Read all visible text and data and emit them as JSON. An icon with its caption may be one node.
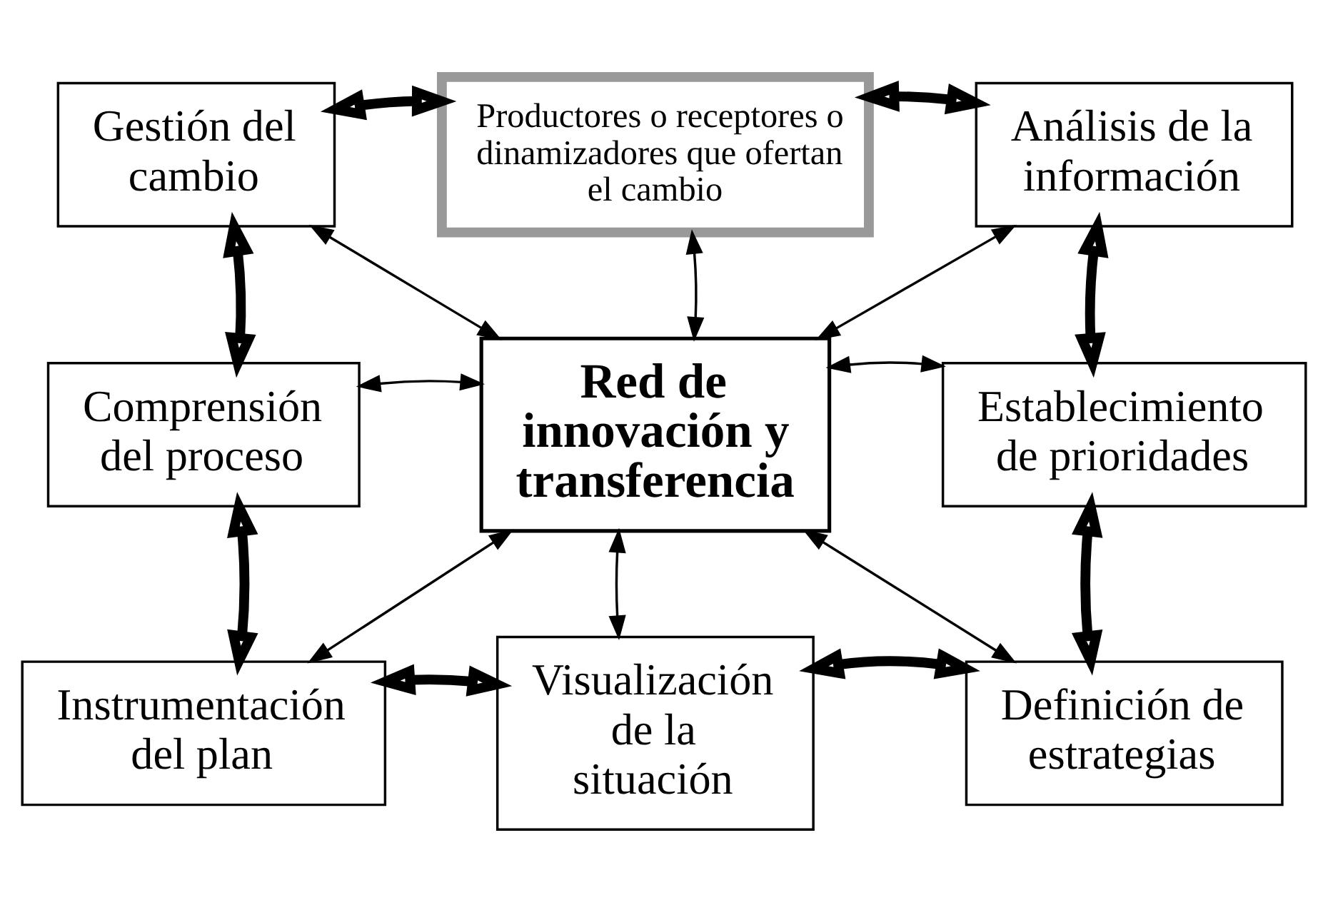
{
  "diagram": {
    "nodes": [
      {
        "text": [
          "Gestión del cambio"
        ]
      },
      {
        "text": [
          "Productores o receptores o dinamizadores que ofertan el cambio"
        ]
      },
      {
        "text": [
          "Análisis de la información"
        ]
      },
      {
        "text": [
          "Comprensión del proceso"
        ]
      },
      {
        "text": [
          "Red de innovación y transferencia"
        ]
      },
      {
        "text": [
          "Establecimiento de prioridades"
        ]
      },
      {
        "text": [
          "Instrumentación del plan"
        ]
      },
      {
        "text": [
          "Definición de estrategias"
        ]
      },
      {
        "text": [
          "Visualización de la situación"
        ]
      }
    ],
    "edges": [
      {
        "from": 4,
        "to": 0,
        "arrow": "both"
      },
      {
        "from": 4,
        "to": 1,
        "arrow": "both"
      },
      {
        "from": 4,
        "to": 2,
        "arrow": "both"
      },
      {
        "from": 4,
        "to": 3,
        "arrow": "both"
      },
      {
        "from": 4,
        "to": 5,
        "arrow": "both"
      },
      {
        "from": 4,
        "to": 6,
        "arrow": "both"
      },
      {
        "from": 4,
        "to": 8,
        "arrow": "both"
      },
      {
        "from": 4,
        "to": 7,
        "arrow": "both"
      },
      {
        "from": 0,
        "to": 1,
        "arrow": "both",
        "style": "thick"
      },
      {
        "from": 1,
        "to": 2,
        "arrow": "both",
        "style": "thick"
      },
      {
        "from": 2,
        "to": 5,
        "arrow": "both",
        "style": "thick"
      },
      {
        "from": 5,
        "to": 7,
        "arrow": "both",
        "style": "thick"
      },
      {
        "from": 7,
        "to": 8,
        "arrow": "both",
        "style": "thick"
      },
      {
        "from": 8,
        "to": 6,
        "arrow": "both",
        "style": "thick"
      },
      {
        "from": 6,
        "to": 3,
        "arrow": "both",
        "style": "thick"
      },
      {
        "from": 3,
        "to": 0,
        "arrow": "both",
        "style": "thick"
      }
    ]
  }
}
